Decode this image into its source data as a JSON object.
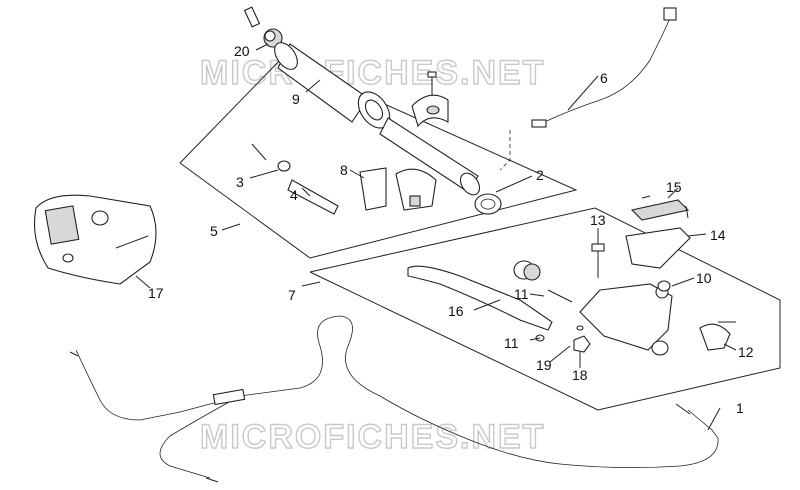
{
  "watermarks": [
    "MICROFICHES.NET",
    "MICROFICHES.NET"
  ],
  "callouts": {
    "c1": "1",
    "c2": "2",
    "c3": "3",
    "c4": "4",
    "c5": "5",
    "c6": "6",
    "c7": "7",
    "c8": "8",
    "c9": "9",
    "c10": "10",
    "c11a": "11",
    "c11b": "11",
    "c12": "12",
    "c13": "13",
    "c14": "14",
    "c15": "15",
    "c16": "16",
    "c17": "17",
    "c18": "18",
    "c19": "19",
    "c20": "20"
  }
}
